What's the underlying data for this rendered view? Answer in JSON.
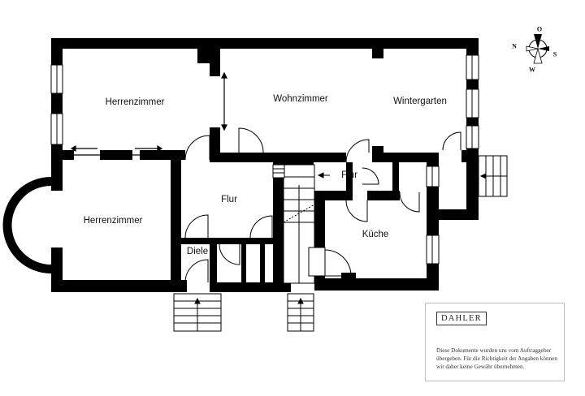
{
  "rooms": {
    "herrenzimmer_top": "Herrenzimmer",
    "wohnzimmer": "Wohnzimmer",
    "wintergarten": "Wintergarten",
    "herrenzimmer_bottom": "Herrenzimmer",
    "flur_center": "Flur",
    "flur_right": "Flur",
    "kueche": "Küche",
    "diele": "Diele"
  },
  "compass": {
    "n": "N",
    "o": "O",
    "s": "S",
    "w": "W"
  },
  "disclaimer": {
    "logo": "DAHLER",
    "text": "Diese Dokumente wurden uns vom Auftraggeber übergeben. Für die Richtigkeit der Angaben können wir daher keine Gewähr übernehmen."
  },
  "colors": {
    "wall": "#000000",
    "window": "#ffffff",
    "door": "#000000"
  }
}
